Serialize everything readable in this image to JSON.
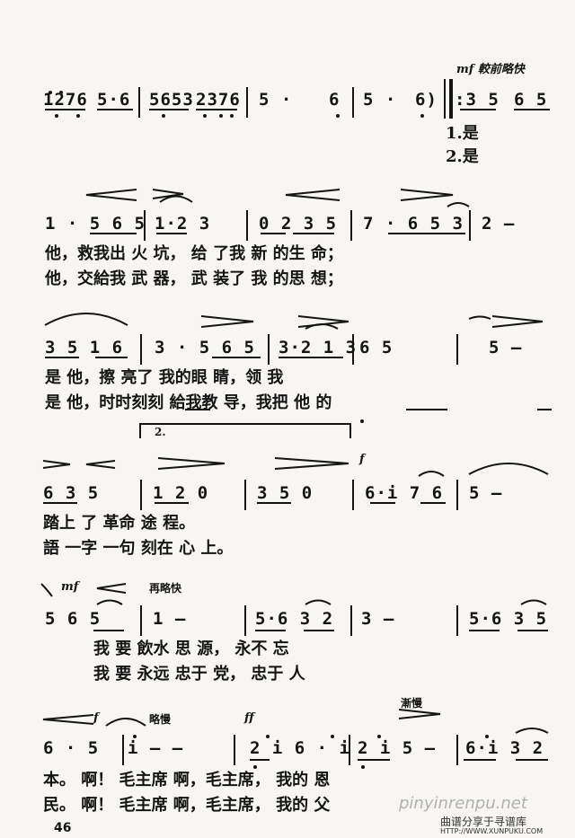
{
  "page_number": "46",
  "watermark": {
    "site": "pinyinrenpu.net",
    "line1": "曲谱分享于寻谱库",
    "line2": "HTTP://WWW.XUNPUKU.COM"
  },
  "systems": [
    {
      "marks": {
        "tempo": "mf 較前略快"
      },
      "notes": [
        "1276",
        "5·6",
        "5653",
        "2376",
        "5 ·",
        "6",
        "5 ·",
        "6)",
        ":3 5",
        "6 5"
      ],
      "lyrics_verse1": [
        "1.是"
      ],
      "lyrics_verse2": [
        "2.是"
      ]
    },
    {
      "notes": [
        "1 · 5 6 5",
        "1·2  3",
        "0 2  3 5",
        "7 · 6 5 3",
        "2  –"
      ],
      "lyrics_verse1": "他，救我出 火 坑， 给 了我 新 的生 命；",
      "lyrics_verse2": "他，交給我 武 器， 武 装了 我 的思 想；"
    },
    {
      "notes": [
        "3 5  1 6",
        "3 · 5  6 5",
        "3·2 1 3",
        "6  5",
        "5  –"
      ],
      "lyrics_verse1": "是 他，擦 亮了 我的眼 睛，领 我",
      "lyrics_verse2": "是 他，时时刻刻 給我教 导，我把 他 的"
    },
    {
      "marks": {
        "volta": "2.",
        "dynamic": "f"
      },
      "notes": [
        "6 3  5",
        "1 2 0",
        "3 5 0",
        "6·i  7 6",
        "5  –"
      ],
      "lyrics_verse1": "踏上 了 革命 途 程。",
      "lyrics_verse2": "語 一字 一句 刻在 心 上。"
    },
    {
      "marks": {
        "dynamic": "mf",
        "tempo": "再略快"
      },
      "notes": [
        "5  6 5",
        "1  –",
        "5·6  3 2",
        "3  –",
        "5·6  3 5"
      ],
      "lyrics_verse1": "我 要 飲水 思 源， 永不 忘",
      "lyrics_verse2": "我 要 永远 忠于 党， 忠于 人"
    },
    {
      "marks": {
        "dynamic1": "f",
        "tempo1": "略慢",
        "dynamic2": "ff",
        "tempo2": "漸慢"
      },
      "notes": [
        "6 ·  5",
        "i  –  –",
        "2 i 6 · i",
        "2 i 5  –",
        "6·i  3 2"
      ],
      "lyrics_verse1": "本。 啊！ 毛主席 啊，毛主席， 我的 恩",
      "lyrics_verse2": "民。 啊！ 毛主席 啊，毛主席， 我的 父"
    }
  ]
}
